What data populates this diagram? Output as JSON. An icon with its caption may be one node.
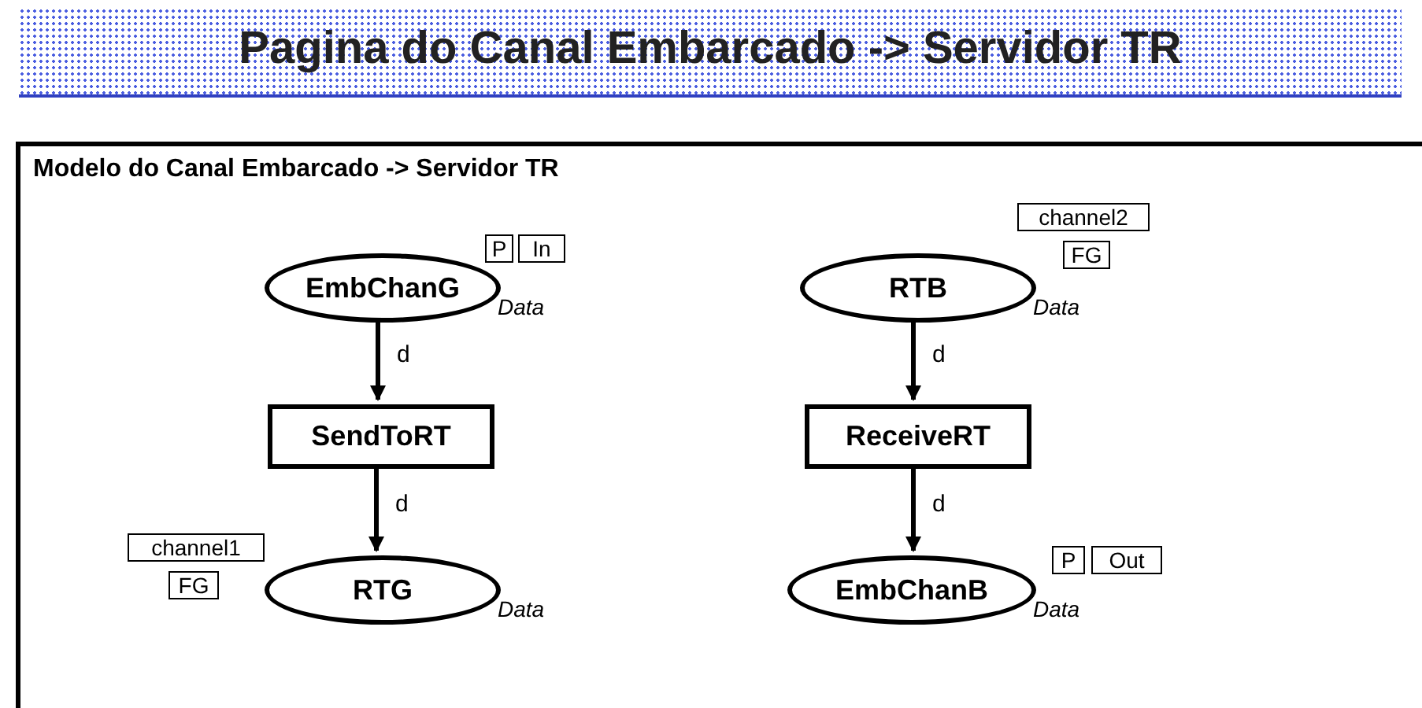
{
  "diagram": {
    "title": "Pagina do Canal Embarcado -> Servidor TR",
    "nodes": [
      {
        "text": [
          "Modelo do Canal Embarcado -> Servidor TR"
        ]
      },
      {
        "text": [
          "EmbChanG"
        ],
        "in": 0,
        "beside": [
          "Data"
        ]
      },
      {
        "text": [
          "P"
        ],
        "in": 0
      },
      {
        "text": [
          "In"
        ],
        "in": 0
      },
      {
        "text": [
          "SendToRT"
        ],
        "in": 0
      },
      {
        "text": [
          "channel1"
        ],
        "in": 0
      },
      {
        "text": [
          "FG"
        ],
        "in": 0
      },
      {
        "text": [
          "RTG"
        ],
        "in": 0,
        "beside": [
          "Data"
        ]
      },
      {
        "text": [
          "channel2"
        ],
        "in": 0
      },
      {
        "text": [
          "FG"
        ],
        "in": 0
      },
      {
        "text": [
          "RTB"
        ],
        "in": 0,
        "beside": [
          "Data"
        ]
      },
      {
        "text": [
          "ReceiveRT"
        ],
        "in": 0
      },
      {
        "text": [
          "P"
        ],
        "in": 0
      },
      {
        "text": [
          "Out"
        ],
        "in": 0
      },
      {
        "text": [
          "EmbChanB"
        ],
        "in": 0,
        "beside": [
          "Data"
        ]
      }
    ],
    "edges": [
      {
        "from": 1,
        "to": 4,
        "arrow": "to",
        "label": "d"
      },
      {
        "from": 4,
        "to": 7,
        "arrow": "to",
        "label": "d"
      },
      {
        "from": 10,
        "to": 11,
        "arrow": "to",
        "label": "d"
      },
      {
        "from": 11,
        "to": 14,
        "arrow": "to",
        "label": "d"
      }
    ]
  }
}
